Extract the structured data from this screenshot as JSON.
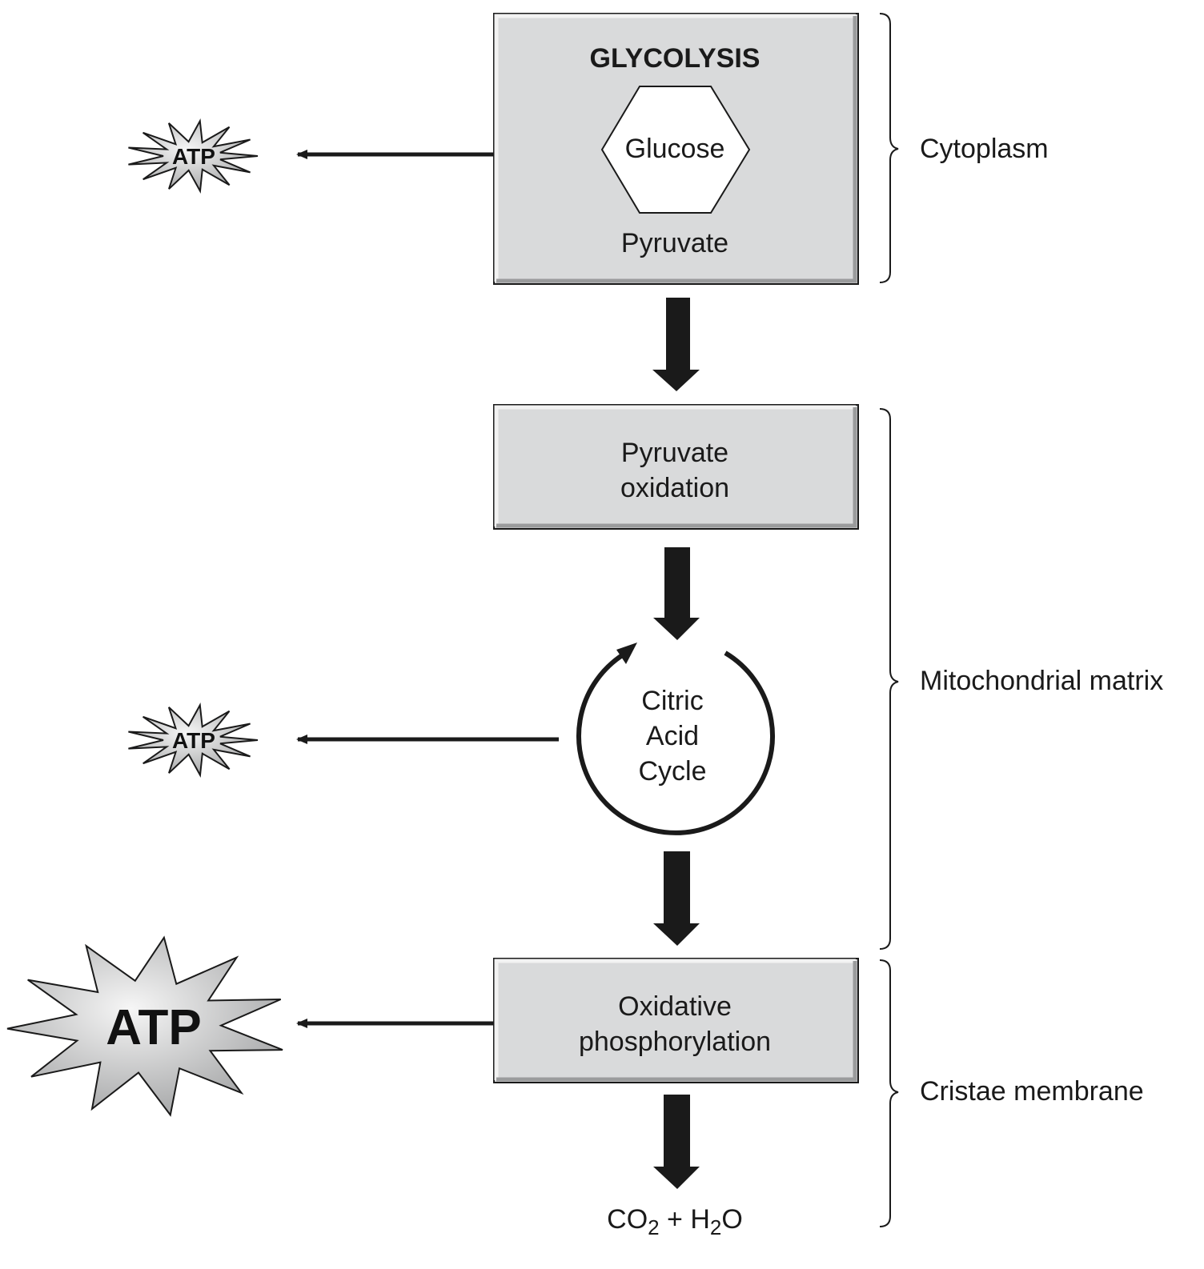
{
  "stages": {
    "glycolysis": {
      "title": "GLYCOLYSIS",
      "input": "Glucose",
      "output": "Pyruvate"
    },
    "pyruvate_oxidation": {
      "line1": "Pyruvate",
      "line2": "oxidation"
    },
    "citric_acid_cycle": {
      "line1": "Citric",
      "line2": "Acid",
      "line3": "Cycle"
    },
    "oxidative_phosphorylation": {
      "line1": "Oxidative",
      "line2": "phosphorylation"
    },
    "products": {
      "co2": "CO",
      "co2_sub": "2",
      "plus": " + H",
      "h2o_sub": "2",
      "o": "O"
    }
  },
  "atp": {
    "glycolysis": "ATP",
    "citric_acid_cycle": "ATP",
    "oxidative_phosphorylation": "ATP"
  },
  "locations": {
    "cytoplasm": "Cytoplasm",
    "mitochondrial_matrix": "Mitochondrial matrix",
    "cristae_membrane": "Cristae membrane"
  },
  "colors": {
    "box_fill": "#d9dadb",
    "box_bevel_light": "#eeeeee",
    "box_bevel_dark": "#9a9b9c",
    "arrow": "#1a1a1a",
    "atp_fill_light": "#f4f4f4",
    "atp_fill_dark": "#a9aaab"
  }
}
